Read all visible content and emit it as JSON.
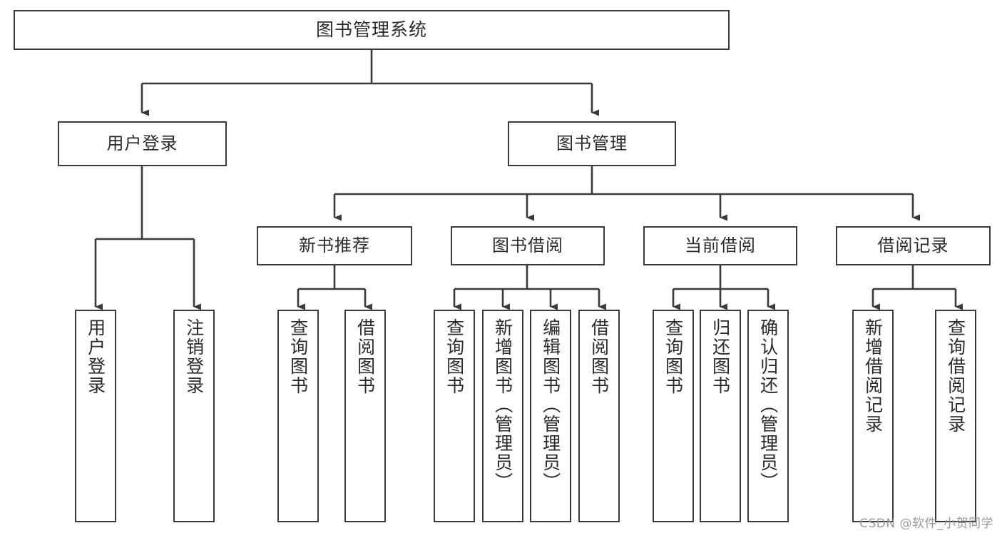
{
  "diagram": {
    "title": "图书管理系统",
    "root": {
      "label": "图书管理系统"
    },
    "level1": [
      {
        "label": "用户登录"
      },
      {
        "label": "图书管理"
      }
    ],
    "level2": [
      {
        "label": "新书推荐"
      },
      {
        "label": "图书借阅"
      },
      {
        "label": "当前借阅"
      },
      {
        "label": "借阅记录"
      }
    ],
    "leaves": {
      "user_login": [
        {
          "label": "用户登录"
        },
        {
          "label": "注销登录"
        }
      ],
      "new_book_recommend": [
        {
          "label": "查询图书"
        },
        {
          "label": "借阅图书"
        }
      ],
      "book_borrow": [
        {
          "label": "查询图书"
        },
        {
          "label": "新增图书（管理员）"
        },
        {
          "label": "编辑图书（管理员）"
        },
        {
          "label": "借阅图书"
        }
      ],
      "current_borrow": [
        {
          "label": "查询图书"
        },
        {
          "label": "归还图书"
        },
        {
          "label": "确认归还（管理员）"
        }
      ],
      "borrow_record": [
        {
          "label": "新增借阅记录"
        },
        {
          "label": "查询借阅记录"
        }
      ]
    }
  },
  "watermark": {
    "text": "CSDN @软件_小贺同学"
  },
  "colors": {
    "border": "#3a3a3a",
    "text": "#2b2b2b",
    "background": "#ffffff",
    "watermark": "#9a9a9a"
  }
}
